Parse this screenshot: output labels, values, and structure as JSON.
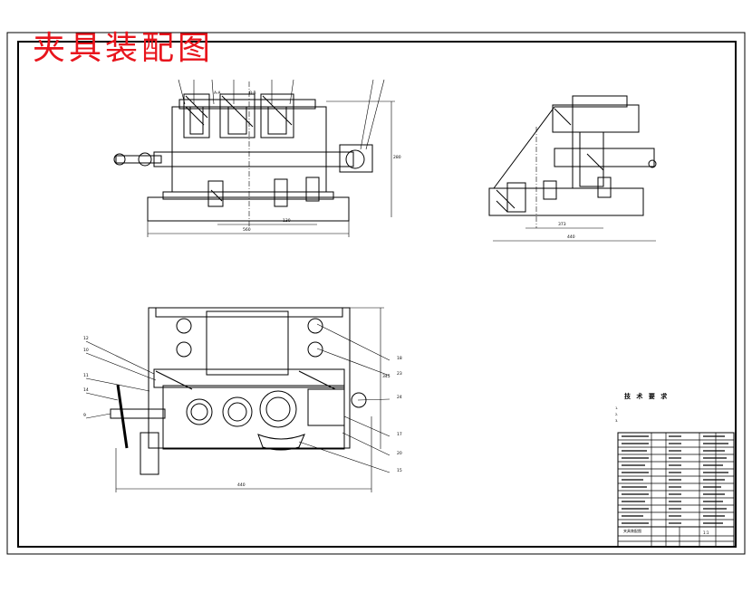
{
  "title": "夹具装配图",
  "technical_requirements": {
    "heading": "技 术 要 求",
    "notes": [
      "1.",
      "2.",
      "3."
    ]
  },
  "front_view": {
    "labels": {
      "top_left": "A-A",
      "top_right": "B-B",
      "width": "560",
      "sub_dim": "130",
      "height": "280"
    }
  },
  "side_view": {
    "labels": {
      "w1": "373",
      "w2": "440"
    }
  },
  "plan_view": {
    "labels": {
      "width": "440",
      "depth": "345"
    },
    "callouts": [
      "12",
      "10",
      "11",
      "14",
      "9",
      "18",
      "23",
      "24",
      "17",
      "20",
      "15"
    ]
  },
  "title_block": {
    "name": "夹具装配图",
    "school": "",
    "sheet": "1:1"
  },
  "colors": {
    "title": "#e8141c",
    "line": "#000000",
    "background": "#ffffff"
  }
}
